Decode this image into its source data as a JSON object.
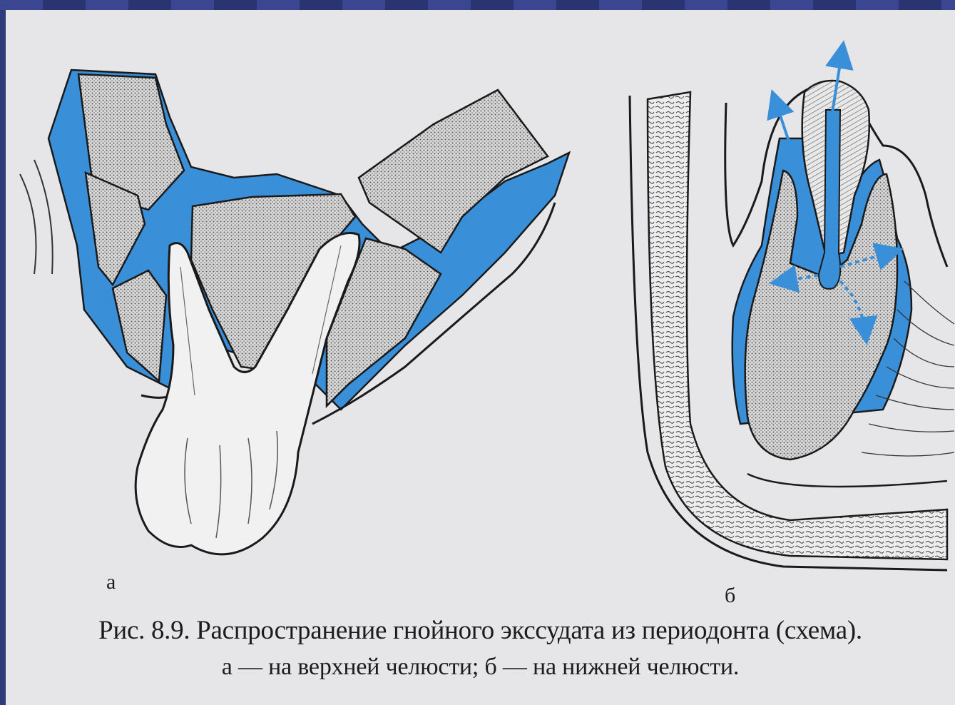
{
  "figure": {
    "panels": [
      {
        "id": "a",
        "label": "а"
      },
      {
        "id": "b",
        "label": "б"
      }
    ],
    "caption": {
      "line1": "Рис. 8.9. Распространение гнойного экссудата из периодонта (схема).",
      "line2": "а — на верхней челюсти; б — на нижней челюсти."
    },
    "colors": {
      "exudate_blue": "#3a8fd9",
      "bone_stipple": "#c8c8c8",
      "ink": "#1a1a1a",
      "paper": "#e6e6e9",
      "slide_border": "#2e3a7a"
    },
    "icons": [
      "arrow-up-icon",
      "dashed-spread-arrow-icon"
    ]
  }
}
